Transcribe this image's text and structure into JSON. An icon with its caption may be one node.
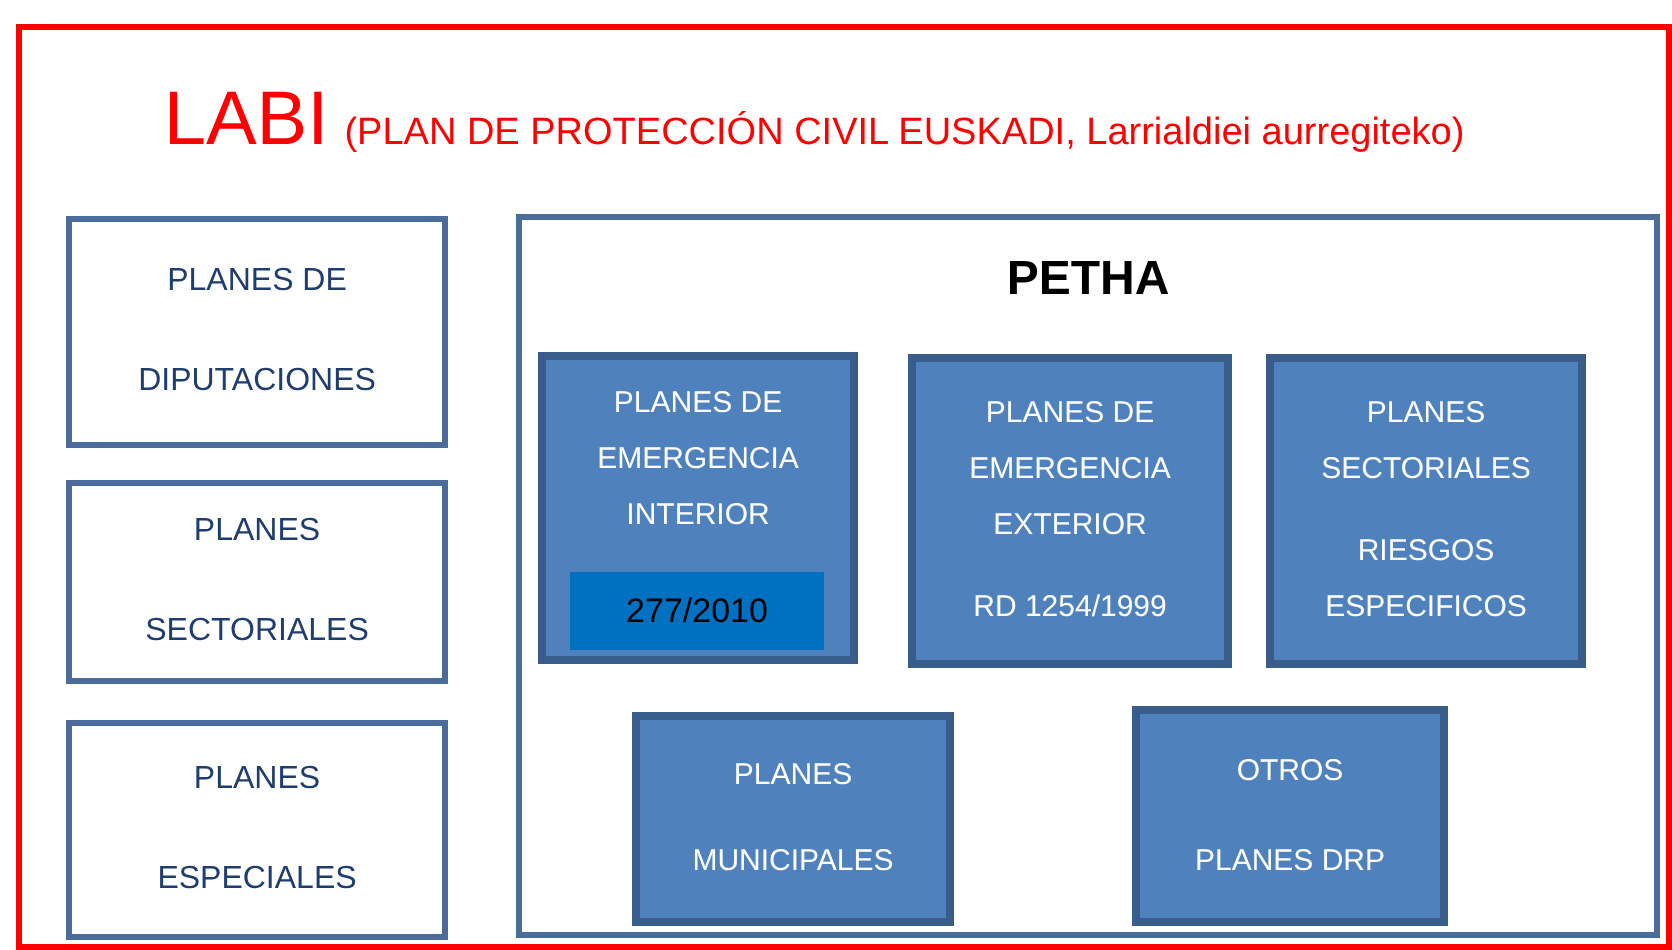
{
  "diagram": {
    "nodes": [
      {
        "text": [
          "LABI",
          "(PLAN DE PROTECCIÓN CIVIL EUSKADI, Larrialdiei aurregiteko)"
        ]
      },
      {
        "text": [
          "PLANES DE DIPUTACIONES"
        ],
        "in": 0
      },
      {
        "text": [
          "PLANES SECTORIALES"
        ],
        "in": 0
      },
      {
        "text": [
          "PLANES ESPECIALES"
        ],
        "in": 0
      },
      {
        "text": [
          "PETHA"
        ],
        "in": 0
      },
      {
        "text": [
          "PLANES DE EMERGENCIA INTERIOR"
        ],
        "in": 4
      },
      {
        "text": [
          "277/2010"
        ],
        "in": 5
      },
      {
        "text": [
          "PLANES DE EMERGENCIA EXTERIOR",
          "RD 1254/1999"
        ],
        "in": 4
      },
      {
        "text": [
          "PLANES SECTORIALES",
          "RIESGOS ESPECIFICOS"
        ],
        "in": 4
      },
      {
        "text": [
          "PLANES",
          "MUNICIPALES"
        ],
        "in": 4
      },
      {
        "text": [
          "OTROS",
          "PLANES DRP"
        ],
        "in": 4
      }
    ]
  }
}
